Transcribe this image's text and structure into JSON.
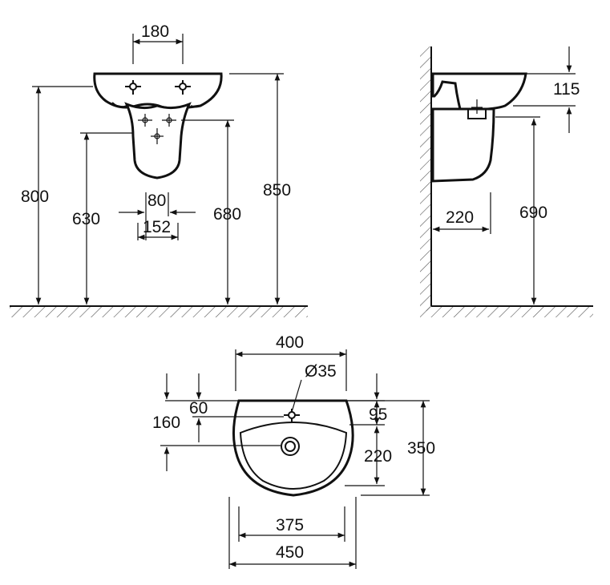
{
  "front_view": {
    "tap_spacing": "180",
    "height_basin_rim_left": "800",
    "height_pedestal_top": "630",
    "waste_width_inner": "80",
    "waste_width_outer": "152",
    "height_pedestal_right": "680",
    "height_total": "850"
  },
  "side_view": {
    "basin_depth": "115",
    "wall_projection": "220",
    "height_pedestal": "690"
  },
  "top_view": {
    "overall_width": "400",
    "tap_hole_diameter": "Ø35",
    "tap_hole_offset": "60",
    "tap_to_waste": "160",
    "rim_to_tap_front": "95",
    "tap_to_waste_front": "220",
    "overall_depth": "350",
    "bowl_width": "375",
    "base_width": "450"
  }
}
